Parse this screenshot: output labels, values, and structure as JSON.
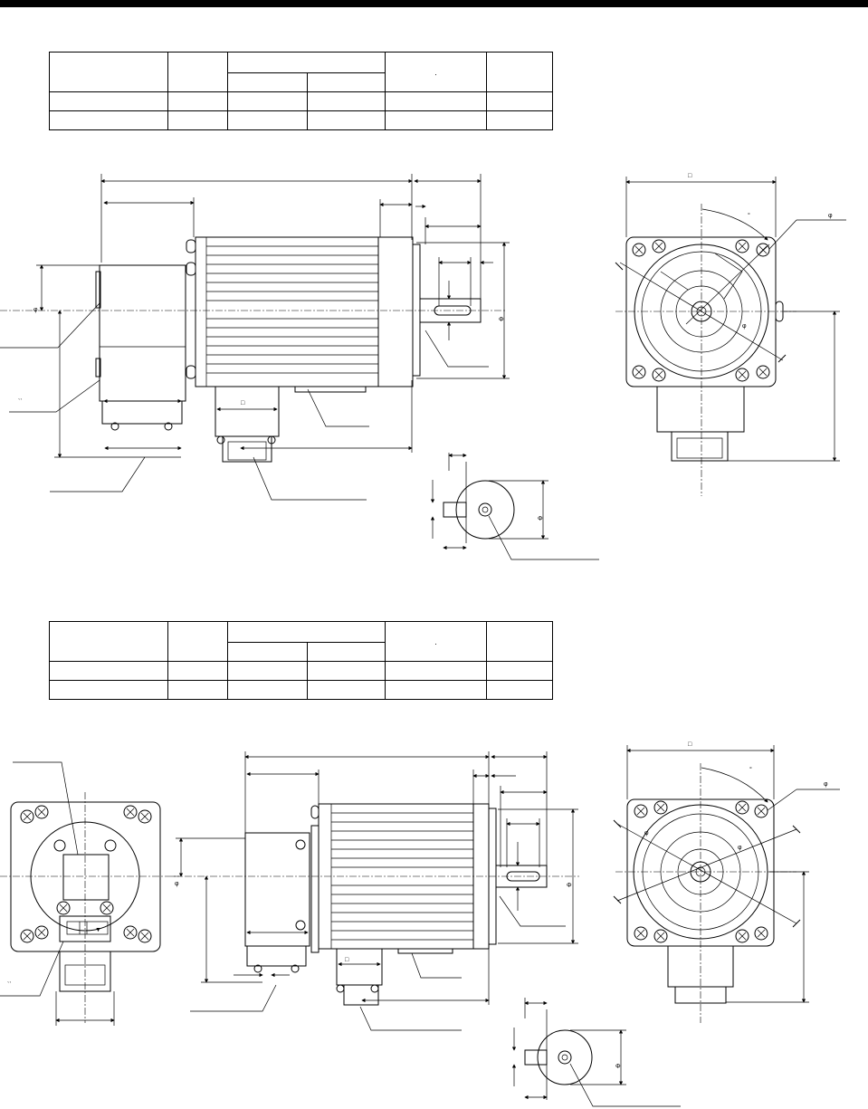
{
  "table1": {
    "rows": [
      [
        "",
        "",
        "",
        "",
        "",
        ""
      ],
      [
        "",
        "",
        "",
        "",
        "",
        ""
      ]
    ],
    "dot": "."
  },
  "table2": {
    "rows": [
      [
        "",
        "",
        "",
        "",
        "",
        ""
      ],
      [
        "",
        "",
        "",
        "",
        "",
        ""
      ]
    ],
    "dot": "."
  },
  "symbols": {
    "square": "□",
    "phi": "Φ",
    "diameter": "φ",
    "degree": "°",
    "tick": "ˋˋ",
    "triangle": "▼"
  }
}
